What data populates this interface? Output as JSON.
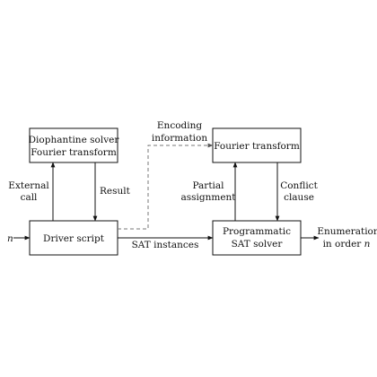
{
  "diagram": {
    "nodes": {
      "diophantine": {
        "line1": "Diophantine solver",
        "line2": "Fourier transform"
      },
      "driver": {
        "label": "Driver script"
      },
      "fourier": {
        "label": "Fourier transform"
      },
      "sat": {
        "line1": "Programmatic",
        "line2": "SAT solver"
      }
    },
    "edges": {
      "external_call": {
        "line1": "External",
        "line2": "call"
      },
      "result": {
        "label": "Result"
      },
      "encoding": {
        "line1": "Encoding",
        "line2": "information"
      },
      "partial": {
        "line1": "Partial",
        "line2": "assignment"
      },
      "conflict": {
        "line1": "Conflict",
        "line2": "clause"
      },
      "sat_instances": {
        "label": "SAT instances"
      }
    },
    "input": {
      "label": "n"
    },
    "output": {
      "line1": "Enumeration",
      "line2_prefix": "in order ",
      "line2_var": "n"
    }
  }
}
